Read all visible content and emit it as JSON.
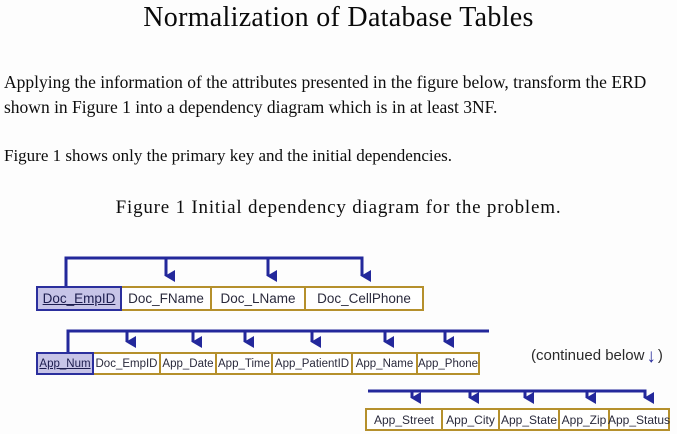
{
  "page": {
    "title": "Normalization of Database Tables",
    "paragraph1": "Applying the information of the attributes presented in the figure below, transform the ERD shown in Figure 1 into a dependency diagram which is in at least 3NF.",
    "paragraph2": "Figure 1 shows only the primary key and the initial dependencies.",
    "figure_caption": "Figure 1 Initial dependency diagram for the problem."
  },
  "diagram": {
    "colors": {
      "arrow": "#23289b",
      "key_field_fill": "#c7c4e7",
      "key_field_border": "#2b2f9d",
      "attribute_border": "#b5902c",
      "attribute_fill": "#ffffff"
    },
    "row1": {
      "fields": [
        {
          "label": "Doc_EmpID",
          "primary_key": true
        },
        {
          "label": "Doc_FName",
          "primary_key": false
        },
        {
          "label": "Doc_LName",
          "primary_key": false
        },
        {
          "label": "Doc_CellPhone",
          "primary_key": false
        }
      ]
    },
    "row2": {
      "fields": [
        {
          "label": "App_Num",
          "primary_key": true
        },
        {
          "label": "Doc_EmpID",
          "primary_key": false
        },
        {
          "label": "App_Date",
          "primary_key": false
        },
        {
          "label": "App_Time",
          "primary_key": false
        },
        {
          "label": "App_PatientID",
          "primary_key": false
        },
        {
          "label": "App_Name",
          "primary_key": false
        },
        {
          "label": "App_Phone",
          "primary_key": false
        }
      ]
    },
    "row3": {
      "fields": [
        {
          "label": "App_Street",
          "primary_key": false
        },
        {
          "label": "App_City",
          "primary_key": false
        },
        {
          "label": "App_State",
          "primary_key": false
        },
        {
          "label": "App_Zip",
          "primary_key": false
        },
        {
          "label": "App_Status",
          "primary_key": false
        }
      ]
    },
    "continued_note": {
      "prefix": "(continued below",
      "arrow_icon": "↓",
      "suffix": ")"
    }
  }
}
